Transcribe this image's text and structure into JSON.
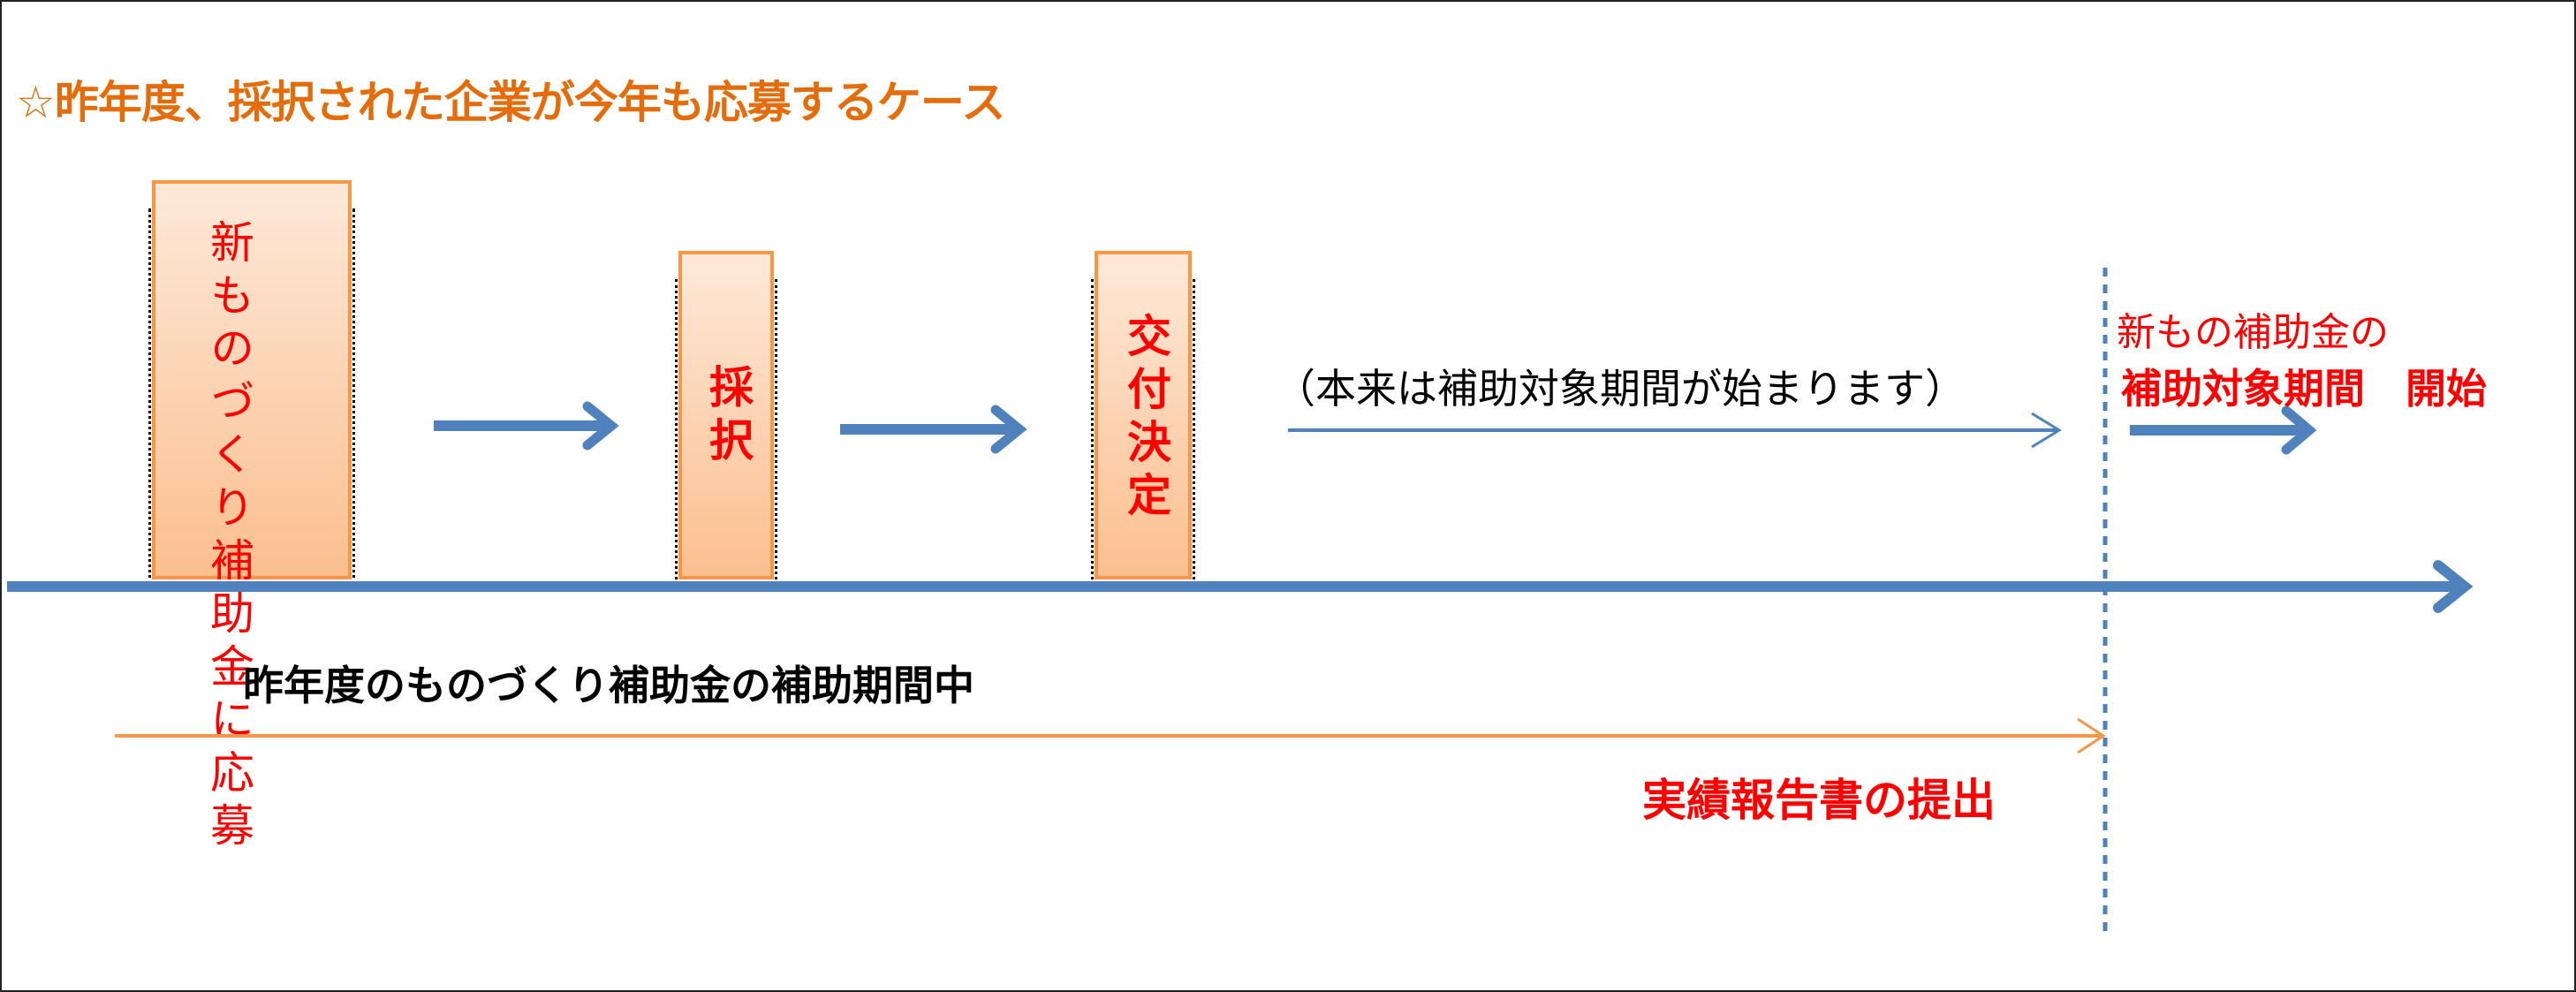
{
  "title": "☆昨年度、採択された企業が今年も応募するケース",
  "steps": [
    {
      "label": "新ものづくり補助金に応募"
    },
    {
      "label": "採択"
    },
    {
      "label": "交付決定"
    }
  ],
  "normal_start_note": "（本来は補助対象期間が始まります）",
  "new_period": {
    "line1": "新もの補助金の",
    "line2": "補助対象期間　開始"
  },
  "last_year_period": "昨年度のものづくり補助金の補助期間中",
  "report_submission": "実績報告書の提出",
  "colors": {
    "timeline": "#4f81bd",
    "orange": "#f79646",
    "red": "#ff0000",
    "title": "#e46c0a"
  }
}
